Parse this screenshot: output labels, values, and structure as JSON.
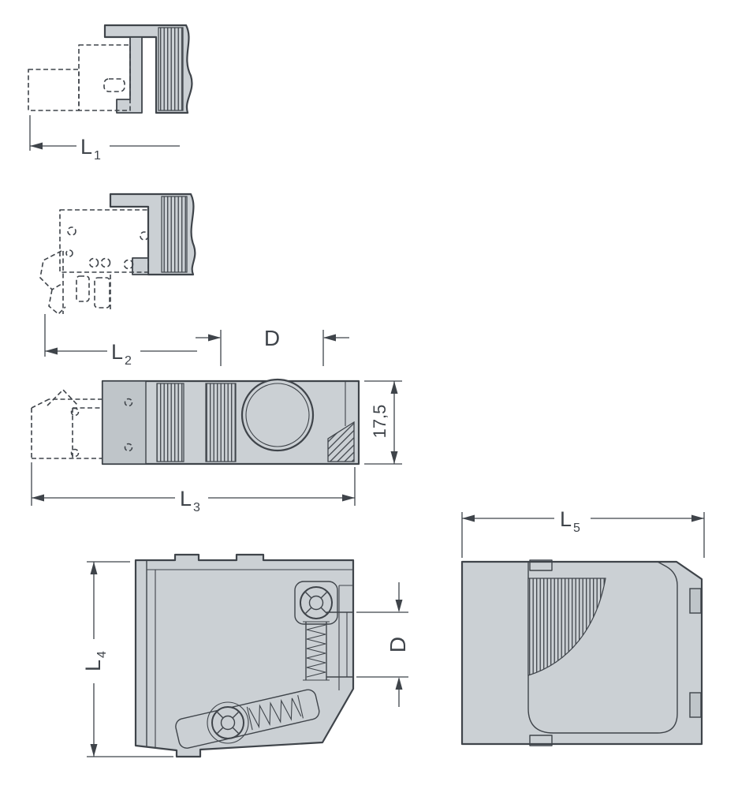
{
  "drawing": {
    "dims": {
      "l1": {
        "base": "L",
        "sub": "1"
      },
      "l2": {
        "base": "L",
        "sub": "2"
      },
      "l3": {
        "base": "L",
        "sub": "3"
      },
      "l4": {
        "base": "L",
        "sub": "4"
      },
      "l5": {
        "base": "L",
        "sub": "5"
      },
      "d_top": "D",
      "d_right": "D",
      "height": "17,5"
    },
    "colors": {
      "body_fill": "#cbd0d4",
      "panel_fill": "#bfc5c9",
      "line": "#3f444a",
      "background": "#ffffff"
    }
  }
}
